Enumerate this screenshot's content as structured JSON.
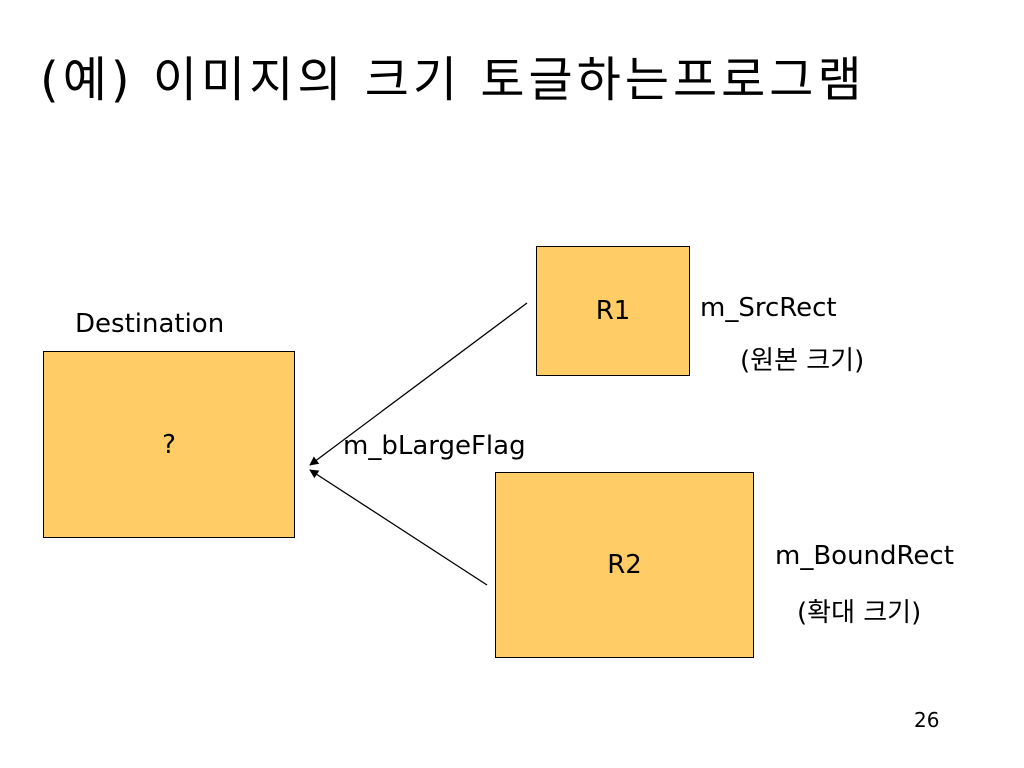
{
  "title": "(예) 이미지의 크기 토글하는프로그램",
  "colors": {
    "box_fill": "#FFCC66",
    "box_border": "#000000",
    "text": "#000000",
    "background": "#FFFFFF"
  },
  "diagram": {
    "destination": {
      "label": "Destination",
      "content": "?"
    },
    "r1": {
      "content": "R1",
      "name": "m_SrcRect",
      "note": "(원본 크기)"
    },
    "r2": {
      "content": "R2",
      "name": "m_BoundRect",
      "note": "(확대 크기)"
    },
    "flag": {
      "label": "m_bLargeFlag"
    }
  },
  "page_number": "26"
}
